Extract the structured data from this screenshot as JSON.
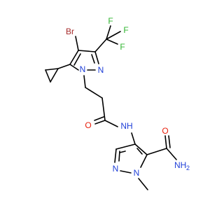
{
  "molecule": {
    "colors": {
      "carbon_bond": "#000000",
      "nitrogen": "#1f3fd8",
      "oxygen": "#e8200c",
      "fluorine": "#2fb52f",
      "bromine": "#a52a2a"
    },
    "labels": {
      "br": "Br",
      "f1": "F",
      "f2": "F",
      "f3": "F",
      "n_pz1_1": "N",
      "n_pz1_2": "N",
      "o_amide": "O",
      "nh_amide": "NH",
      "o_carboxamide": "O",
      "nh2": "NH",
      "nh2_sub": "2",
      "n_pz2_1": "N",
      "n_pz2_2": "N"
    }
  }
}
